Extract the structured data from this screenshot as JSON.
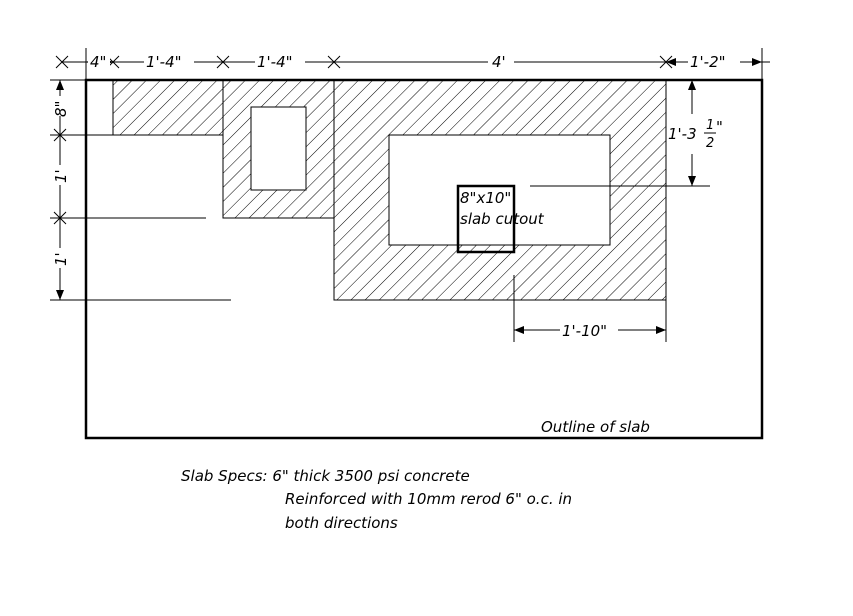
{
  "dimensions": {
    "top": [
      "4\"",
      "1'-4\"",
      "1'-4\"",
      "4'",
      "1'-2\""
    ],
    "left": [
      "8\"",
      "1'",
      "1'"
    ],
    "right_prefix": "1'-3",
    "right_frac_num": "1",
    "right_frac_den": "2",
    "right_suffix": "\"",
    "bottom": "1'-10\""
  },
  "labels": {
    "cutout_line1": "8\"x10\"",
    "cutout_line2": "slab cutout",
    "outline": "Outline of slab"
  },
  "specs": {
    "line1": "Slab Specs: 6\" thick 3500 psi concrete",
    "line2": "Reinforced with 10mm rerod 6\" o.c. in",
    "line3": "both directions"
  }
}
